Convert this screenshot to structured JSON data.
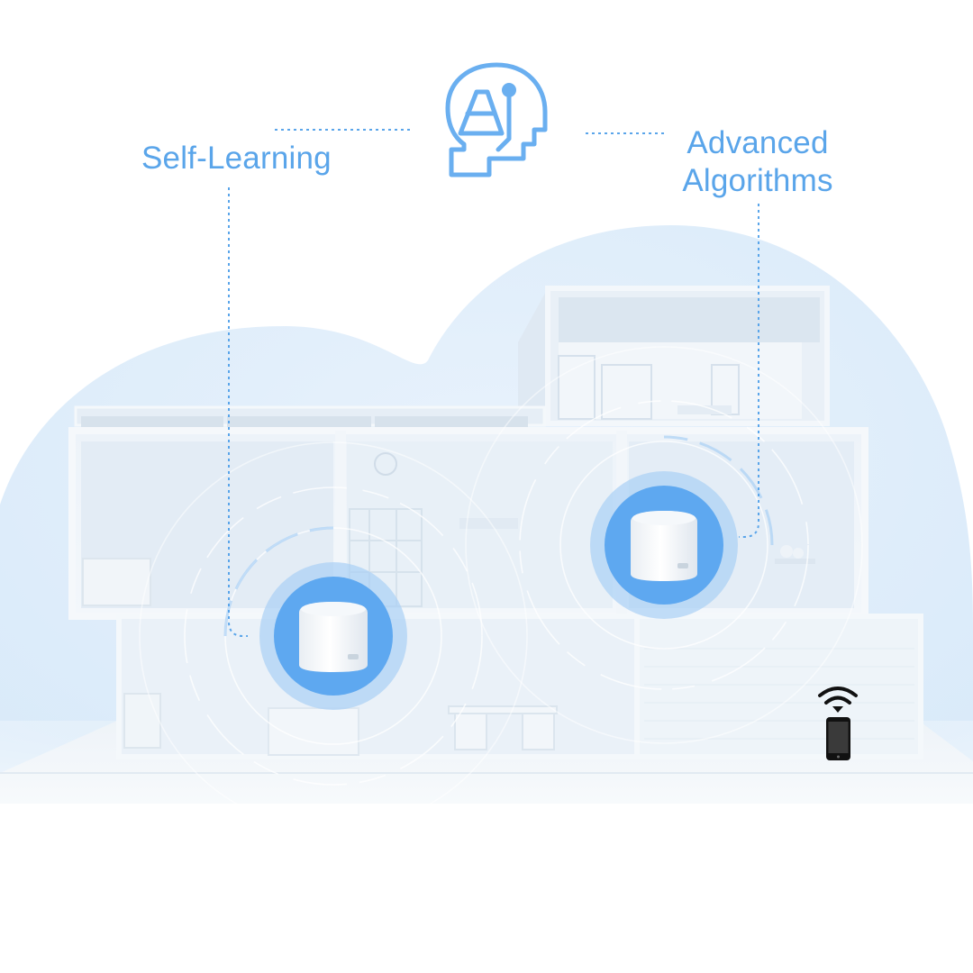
{
  "header": {
    "center_icon": "ai-head-icon",
    "center_icon_letter": "A",
    "left_feature": "Self-Learning",
    "right_feature_line1": "Advanced",
    "right_feature_line2": "Algorithms"
  },
  "scene": {
    "background_shape": "cloud",
    "building": "cutaway-house",
    "routers": [
      {
        "name": "mesh-router-lower",
        "icon": "router-unit"
      },
      {
        "name": "mesh-router-upper",
        "icon": "router-unit"
      }
    ],
    "client_device": {
      "icon": "smartphone-icon",
      "signal_icon": "wifi-icon"
    }
  },
  "colors": {
    "accent": "#5aa5ea",
    "node_fill": "#5ea8f0",
    "node_ring": "#a9d0f5",
    "cloud": "#e3f0fb",
    "house": "#eef4fa",
    "phone": "#111111"
  }
}
